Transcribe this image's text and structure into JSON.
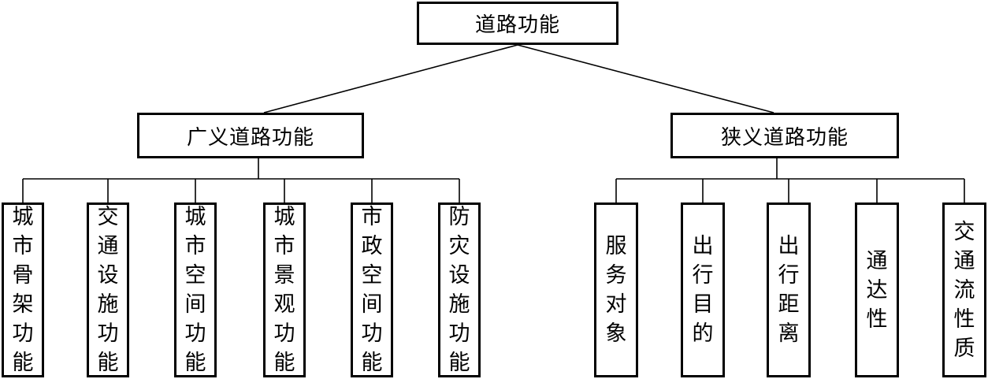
{
  "root": {
    "label": "道路功能"
  },
  "branches": [
    {
      "label": "广义道路功能",
      "children": [
        "城市骨架功能",
        "交通设施功能",
        "城市空间功能",
        "城市景观功能",
        "市政空间功能",
        "防灾设施功能"
      ]
    },
    {
      "label": "狭义道路功能",
      "children": [
        "服务对象",
        "出行目的",
        "出行距离",
        "通达性",
        "交通流性质"
      ]
    }
  ]
}
